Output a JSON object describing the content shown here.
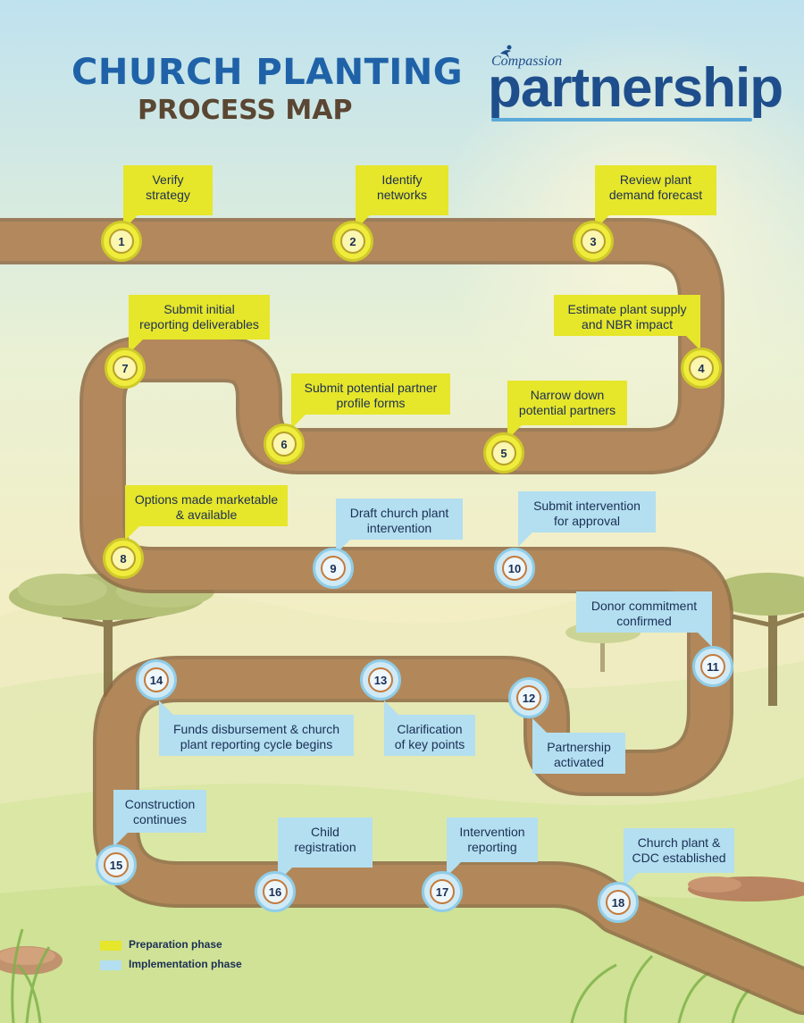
{
  "title": {
    "main": "CHURCH PLANTING",
    "sub": "PROCESS MAP"
  },
  "logo": {
    "brand": "Compassion",
    "wordmark": "partnership"
  },
  "colors": {
    "preparation": "#e6e62a",
    "implementation": "#b3dff0",
    "title_blue": "#1f62a8",
    "title_brown": "#5a4632",
    "path": "#b58a5c"
  },
  "legend": {
    "preparation": "Preparation phase",
    "implementation": "Implementation phase"
  },
  "steps": [
    {
      "num": "1",
      "phase": "preparation",
      "line1": "Verify",
      "line2": "strategy"
    },
    {
      "num": "2",
      "phase": "preparation",
      "line1": "Identify",
      "line2": "networks"
    },
    {
      "num": "3",
      "phase": "preparation",
      "line1": "Review plant",
      "line2": "demand forecast"
    },
    {
      "num": "4",
      "phase": "preparation",
      "line1": "Estimate plant supply",
      "line2": "and NBR impact"
    },
    {
      "num": "5",
      "phase": "preparation",
      "line1": "Narrow down",
      "line2": "potential partners"
    },
    {
      "num": "6",
      "phase": "preparation",
      "line1": "Submit potential partner",
      "line2": "profile forms"
    },
    {
      "num": "7",
      "phase": "preparation",
      "line1": "Submit initial",
      "line2": "reporting deliverables"
    },
    {
      "num": "8",
      "phase": "preparation",
      "line1": "Options made marketable",
      "line2": "& available"
    },
    {
      "num": "9",
      "phase": "implementation",
      "line1": "Draft church plant",
      "line2": "intervention"
    },
    {
      "num": "10",
      "phase": "implementation",
      "line1": "Submit intervention",
      "line2": "for approval"
    },
    {
      "num": "11",
      "phase": "implementation",
      "line1": "Donor commitment",
      "line2": "confirmed"
    },
    {
      "num": "12",
      "phase": "implementation",
      "line1": "Partnership",
      "line2": "activated"
    },
    {
      "num": "13",
      "phase": "implementation",
      "line1": "Clarification",
      "line2": "of key points"
    },
    {
      "num": "14",
      "phase": "implementation",
      "line1": "Funds disbursement & church",
      "line2": "plant reporting cycle begins"
    },
    {
      "num": "15",
      "phase": "implementation",
      "line1": "Construction",
      "line2": "continues"
    },
    {
      "num": "16",
      "phase": "implementation",
      "line1": "Child",
      "line2": "registration"
    },
    {
      "num": "17",
      "phase": "implementation",
      "line1": "Intervention",
      "line2": "reporting"
    },
    {
      "num": "18",
      "phase": "implementation",
      "line1": "Church plant &",
      "line2": "CDC established"
    }
  ]
}
